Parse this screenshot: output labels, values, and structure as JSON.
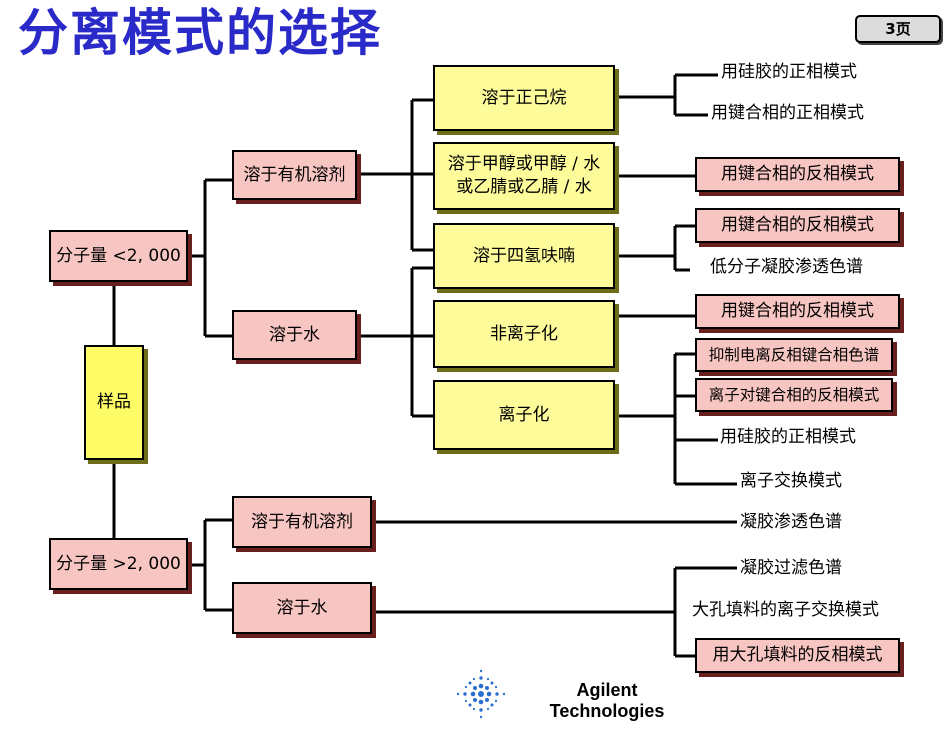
{
  "title": "分离模式的选择",
  "page_label": "3页",
  "root": "样品",
  "mw_low": "分子量 <2, 000",
  "mw_high": "分子量 >2, 000",
  "low": {
    "organic": "溶于有机溶剂",
    "water": "溶于水",
    "hexane": "溶于正己烷",
    "methanol": [
      "溶于甲醇或甲醇 / 水",
      "或乙腈或乙腈 / 水"
    ],
    "thf": "溶于四氢呋喃",
    "nonionic": "非离子化",
    "ionic": "离子化"
  },
  "high": {
    "organic": "溶于有机溶剂",
    "water": "溶于水"
  },
  "leaves": {
    "l1": "用硅胶的正相模式",
    "l2": "用键合相的正相模式",
    "l3": "用键合相的反相模式",
    "l4": "用键合相的反相模式",
    "l5": "低分子凝胶渗透色谱",
    "l6": "用键合相的反相模式",
    "l7": "抑制电离反相键合相色谱",
    "l8": "离子对键合相的反相模式",
    "l9": "用硅胶的正相模式",
    "l10": "离子交换模式",
    "l11": "凝胶渗透色谱",
    "l12": "凝胶过滤色谱",
    "l13": "大孔填料的离子交换模式",
    "l14": "用大孔填料的反相模式"
  },
  "brand": [
    "Agilent",
    "Technologies"
  ]
}
